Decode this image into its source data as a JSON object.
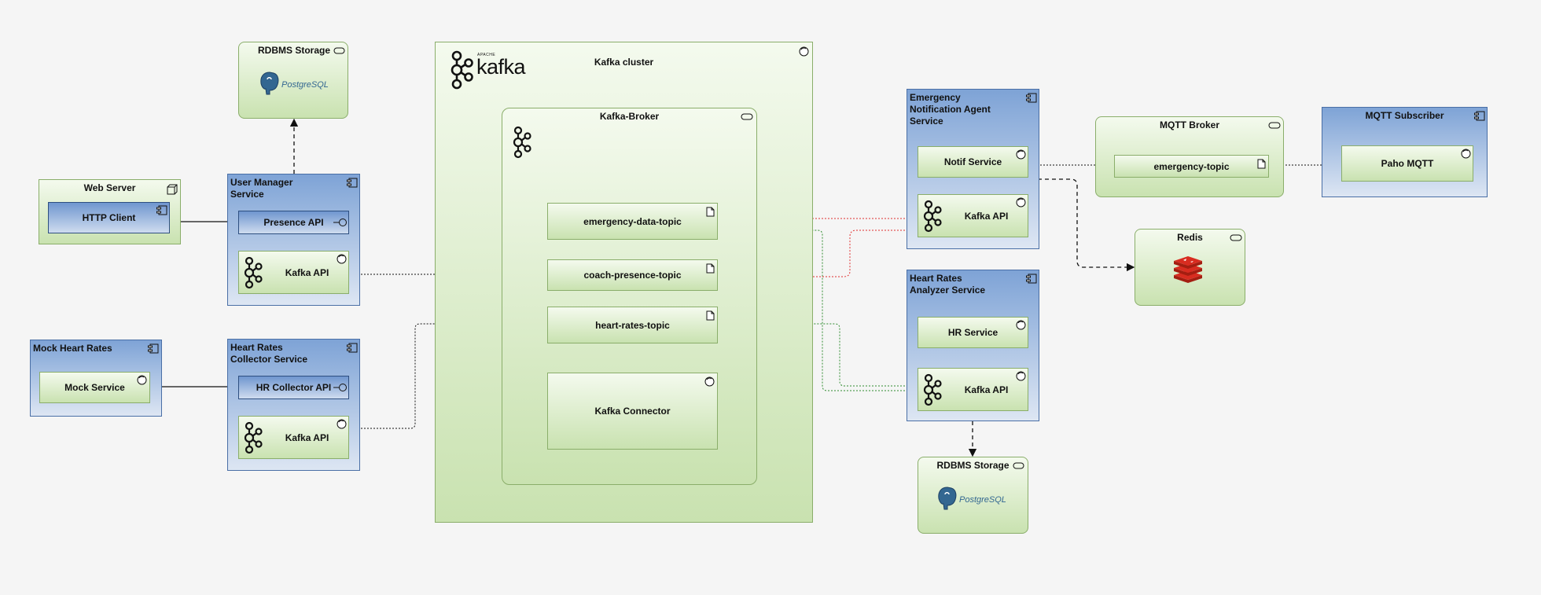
{
  "nodes": {
    "rdbms_top": {
      "title": "RDBMS Storage",
      "logo_text": "PostgreSQL"
    },
    "web_server": {
      "title": "Web Server",
      "http_client": "HTTP Client"
    },
    "user_manager": {
      "title": "User Manager\nService",
      "presence_api": "Presence API",
      "kafka_api": "Kafka API"
    },
    "mock_heart_rates": {
      "title": "Mock Heart Rates",
      "mock_service": "Mock Service"
    },
    "hr_collector": {
      "title": "Heart Rates\nCollector Service",
      "hr_collector_api": "HR Collector API",
      "kafka_api": "Kafka API"
    },
    "kafka_cluster": {
      "title": "Kafka cluster",
      "logo_small": "APACHE",
      "logo_word": "kafka"
    },
    "kafka_broker": {
      "title": "Kafka-Broker",
      "topics": [
        "emergency-data-topic",
        "coach-presence-topic",
        "heart-rates-topic"
      ],
      "connector": "Kafka Connector"
    },
    "emergency_agent": {
      "title": "Emergency\nNotification Agent\nService",
      "notif_service": "Notif Service",
      "kafka_api": "Kafka API"
    },
    "mqtt_broker": {
      "title": "MQTT Broker",
      "topic": "emergency-topic"
    },
    "mqtt_subscriber": {
      "title": "MQTT Subscriber",
      "paho": "Paho MQTT"
    },
    "redis": {
      "title": "Redis"
    },
    "hr_analyzer": {
      "title": "Heart Rates\nAnalyzer Service",
      "hr_service": "HR Service",
      "kafka_api": "Kafka API"
    },
    "rdbms_bottom": {
      "title": "RDBMS Storage",
      "logo_text": "PostgreSQL"
    }
  },
  "colors": {
    "red_link": "#e03030",
    "green_link": "#2e8b2e",
    "black_link": "#111111"
  }
}
